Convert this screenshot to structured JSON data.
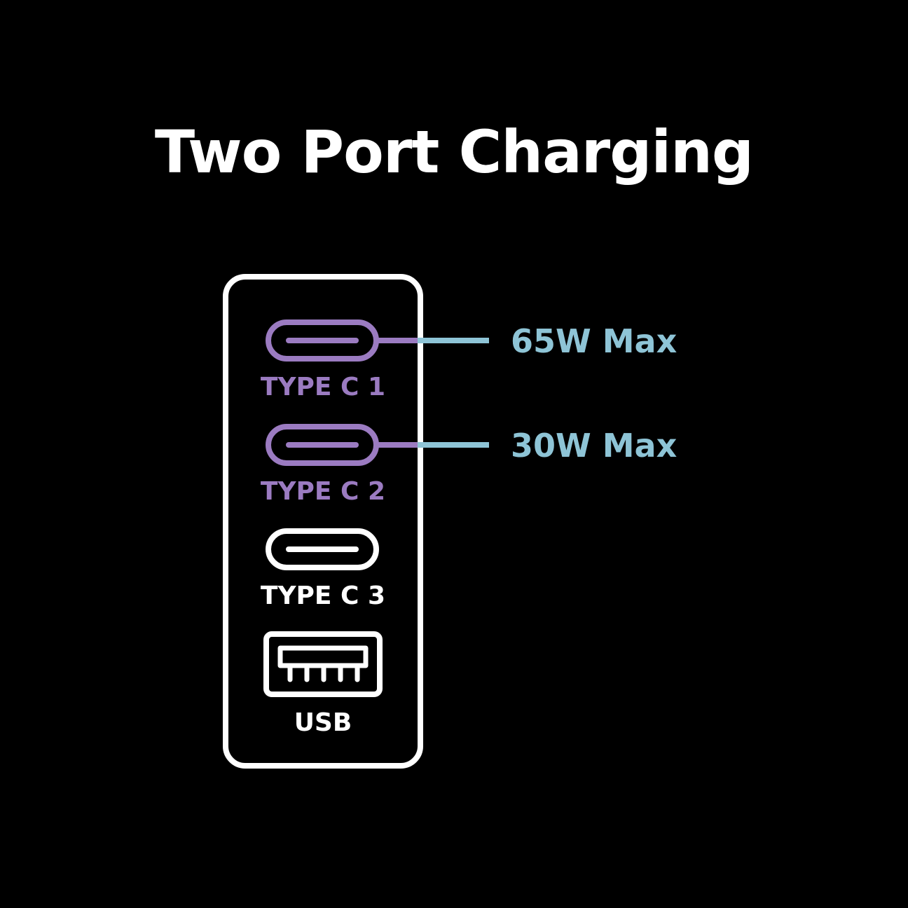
{
  "title": "Two Port Charging",
  "colors": {
    "background": "#000000",
    "outline": "#ffffff",
    "active_port": "#9b7bc1",
    "power": "#8ec4d6"
  },
  "ports": [
    {
      "label": "TYPE C 1",
      "type": "usb-c",
      "active": true,
      "power": "65W Max"
    },
    {
      "label": "TYPE C 2",
      "type": "usb-c",
      "active": true,
      "power": "30W Max"
    },
    {
      "label": "TYPE C 3",
      "type": "usb-c",
      "active": false
    },
    {
      "label": "USB",
      "type": "usb-a",
      "active": false
    }
  ]
}
